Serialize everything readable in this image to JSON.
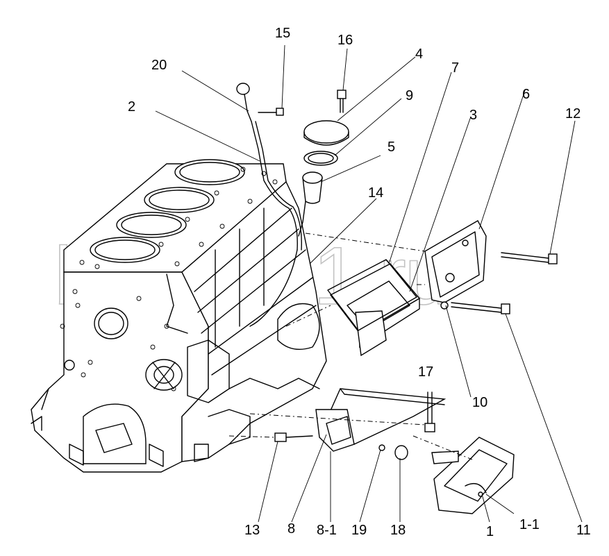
{
  "watermark": "belarus1.ru",
  "callouts": [
    {
      "id": "c15",
      "text": "15"
    },
    {
      "id": "c16",
      "text": "16"
    },
    {
      "id": "c20",
      "text": "20"
    },
    {
      "id": "c4",
      "text": "4"
    },
    {
      "id": "c7",
      "text": "7"
    },
    {
      "id": "c9",
      "text": "9"
    },
    {
      "id": "c2",
      "text": "2"
    },
    {
      "id": "c3",
      "text": "3"
    },
    {
      "id": "c6",
      "text": "6"
    },
    {
      "id": "c12",
      "text": "12"
    },
    {
      "id": "c5",
      "text": "5"
    },
    {
      "id": "c14",
      "text": "14"
    },
    {
      "id": "c17",
      "text": "17"
    },
    {
      "id": "c10",
      "text": "10"
    },
    {
      "id": "c13",
      "text": "13"
    },
    {
      "id": "c8",
      "text": "8"
    },
    {
      "id": "c8-1",
      "text": "8-1"
    },
    {
      "id": "c19",
      "text": "19"
    },
    {
      "id": "c18",
      "text": "18"
    },
    {
      "id": "c1",
      "text": "1"
    },
    {
      "id": "c1-1",
      "text": "1-1"
    },
    {
      "id": "c11",
      "text": "11"
    }
  ]
}
